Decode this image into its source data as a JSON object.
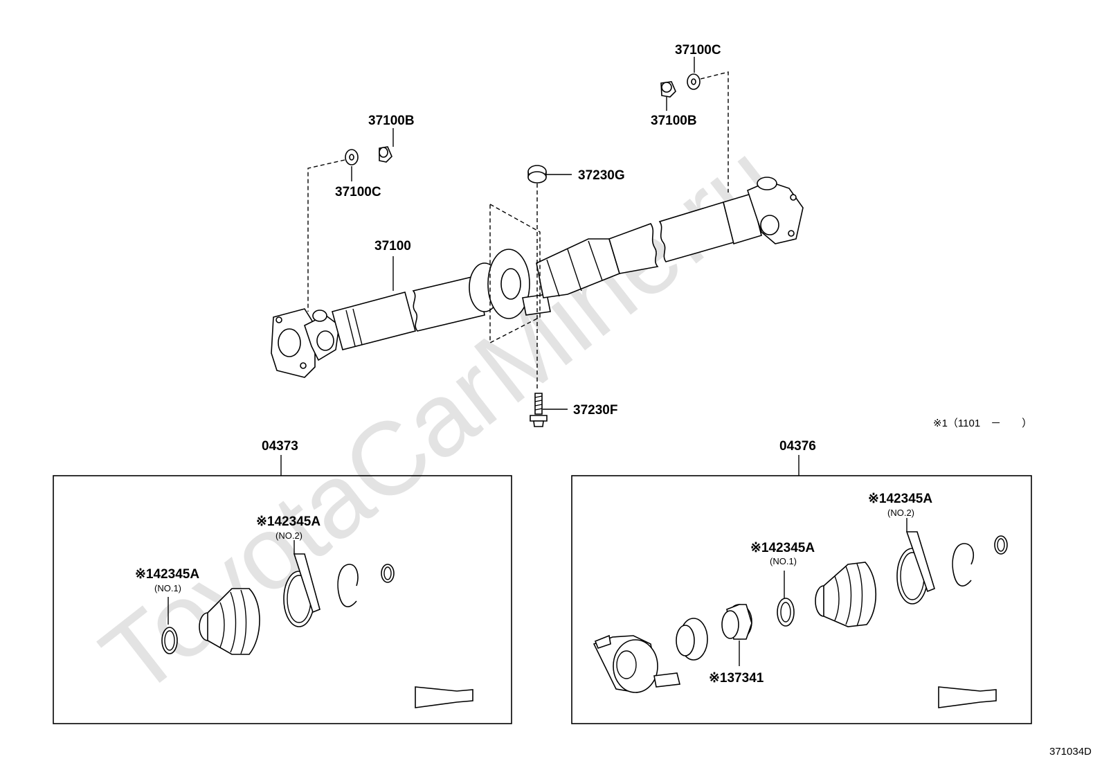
{
  "watermark": "ToyotaCarMine.ru",
  "diagram_code": "371034D",
  "note": "※1（1101　－　　）",
  "groups": [
    {
      "code": "04373"
    },
    {
      "code": "04376"
    }
  ],
  "labels": {
    "p37100": "37100",
    "p37100B_left": "37100B",
    "p37100C_left": "37100C",
    "p37100C_right": "37100C",
    "p37100B_right": "37100B",
    "p37230G": "37230G",
    "p37230F": "37230F",
    "left_no2": "※142345A",
    "left_no2_sub": "(NO.2)",
    "left_no1": "※142345A",
    "left_no1_sub": "(NO.1)",
    "right_no2": "※142345A",
    "right_no2_sub": "(NO.2)",
    "right_no1": "※142345A",
    "right_no1_sub": "(NO.1)",
    "right_37341": "※137341"
  }
}
